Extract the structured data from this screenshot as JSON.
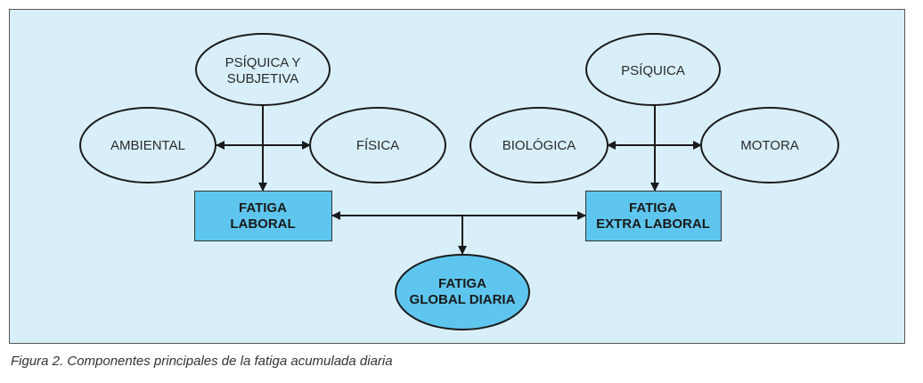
{
  "colors": {
    "background": "#d8eff9",
    "highlight": "#5ec6ee",
    "stroke": "#1a1a1a"
  },
  "nodes": {
    "psiquica_subjetiva": [
      "PSÍQUICA Y",
      "SUBJETIVA"
    ],
    "ambiental": "AMBIENTAL",
    "fisica": "FÍSICA",
    "fatiga_laboral": [
      "FATIGA",
      "LABORAL"
    ],
    "psiquica": "PSÍQUICA",
    "biologica": "BIOLÓGICA",
    "motora": "MOTORA",
    "fatiga_extra_laboral": [
      "FATIGA",
      "EXTRA LABORAL"
    ],
    "fatiga_global": [
      "FATIGA",
      "GLOBAL DIARIA"
    ]
  },
  "caption": "Figura 2. Componentes principales de la fatiga acumulada diaria"
}
